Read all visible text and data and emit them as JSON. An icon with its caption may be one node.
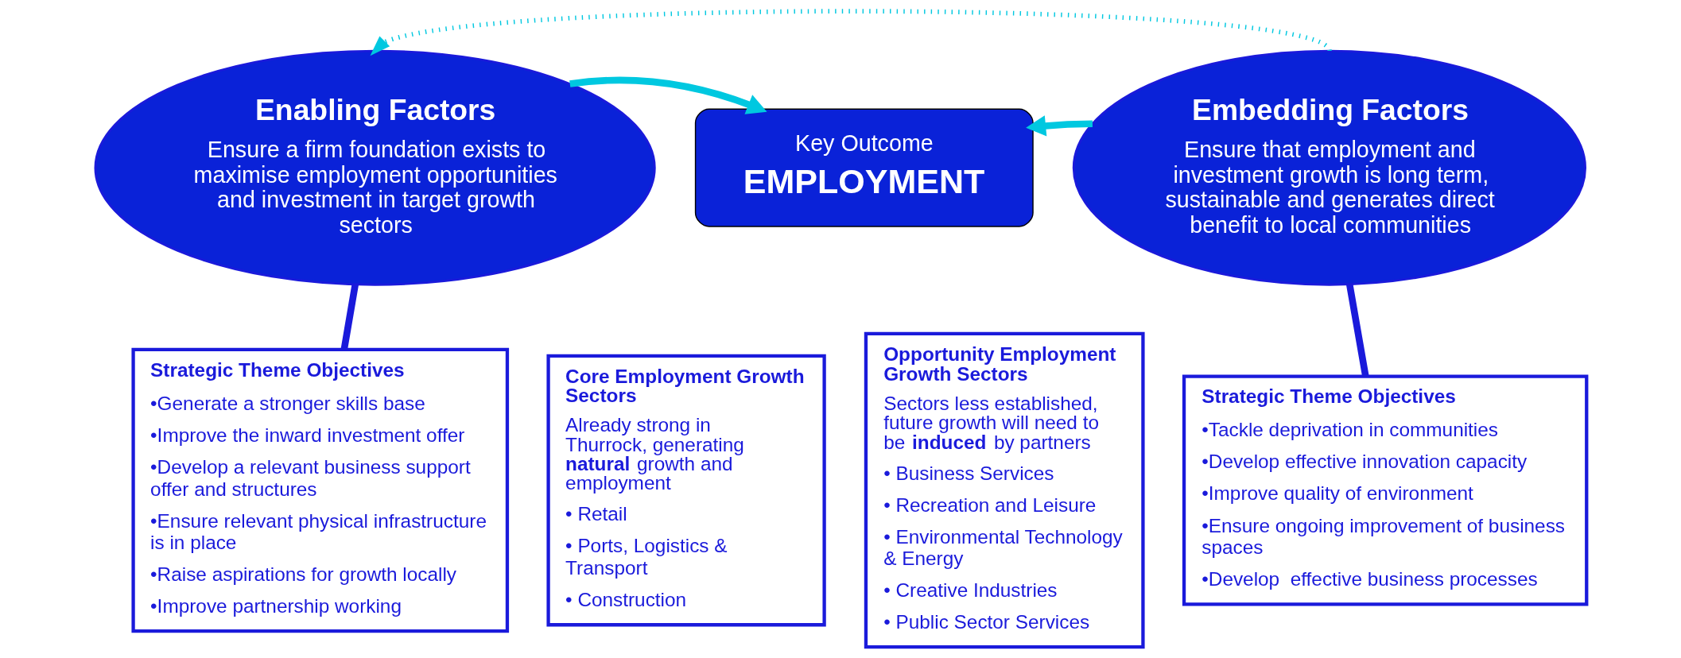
{
  "diagram": {
    "nodes": [
      {
        "text": [
          "Enabling Factors",
          "Ensure a firm foundation exists to maximise employment opportunities and investment in target growth sectors"
        ]
      },
      {
        "text": [
          "Key Outcome",
          "EMPLOYMENT"
        ]
      },
      {
        "text": [
          "Embedding Factors",
          "Ensure that employment and investment growth is long term, sustainable and generates direct benefit to local communities"
        ]
      },
      {
        "text": [
          "Strategic Theme Objectives",
          "•Generate a stronger skills base",
          "•Improve the inward investment offer",
          "•Develop a relevant business support offer and structures",
          "•Ensure relevant physical infrastructure is in place",
          "•Raise aspirations for growth locally",
          "•Improve partnership working"
        ]
      },
      {
        "text": [
          "Core Employment Growth Sectors",
          "Already strong in Thurrock, generating **natural** growth and employment",
          "• Retail",
          "• Ports, Logistics & Transport",
          "• Construction"
        ]
      },
      {
        "text": [
          "Opportunity Employment Growth Sectors",
          "Sectors less established, future growth will need to be **induced** by partners",
          "• Business Services",
          "• Recreation and Leisure",
          "• Environmental Technology & Energy",
          "• Creative Industries",
          "• Public Sector Services"
        ]
      },
      {
        "text": [
          "Strategic Theme Objectives",
          "•Tackle deprivation in communities",
          "•Develop effective innovation capacity",
          "•Improve quality of environment",
          "•Ensure ongoing improvement of business spaces",
          "•Develop  effective business processes"
        ]
      }
    ],
    "edges": [
      {
        "from": 2,
        "to": 0,
        "arrow": "to",
        "style": "dashed"
      },
      {
        "from": 0,
        "to": 1,
        "arrow": "to"
      },
      {
        "from": 2,
        "to": 1,
        "arrow": "to"
      },
      {
        "from": 0,
        "to": 3,
        "arrow": "none",
        "color": "#1a1adb"
      },
      {
        "from": 2,
        "to": 6,
        "arrow": "none",
        "color": "#1a1adb"
      }
    ]
  }
}
